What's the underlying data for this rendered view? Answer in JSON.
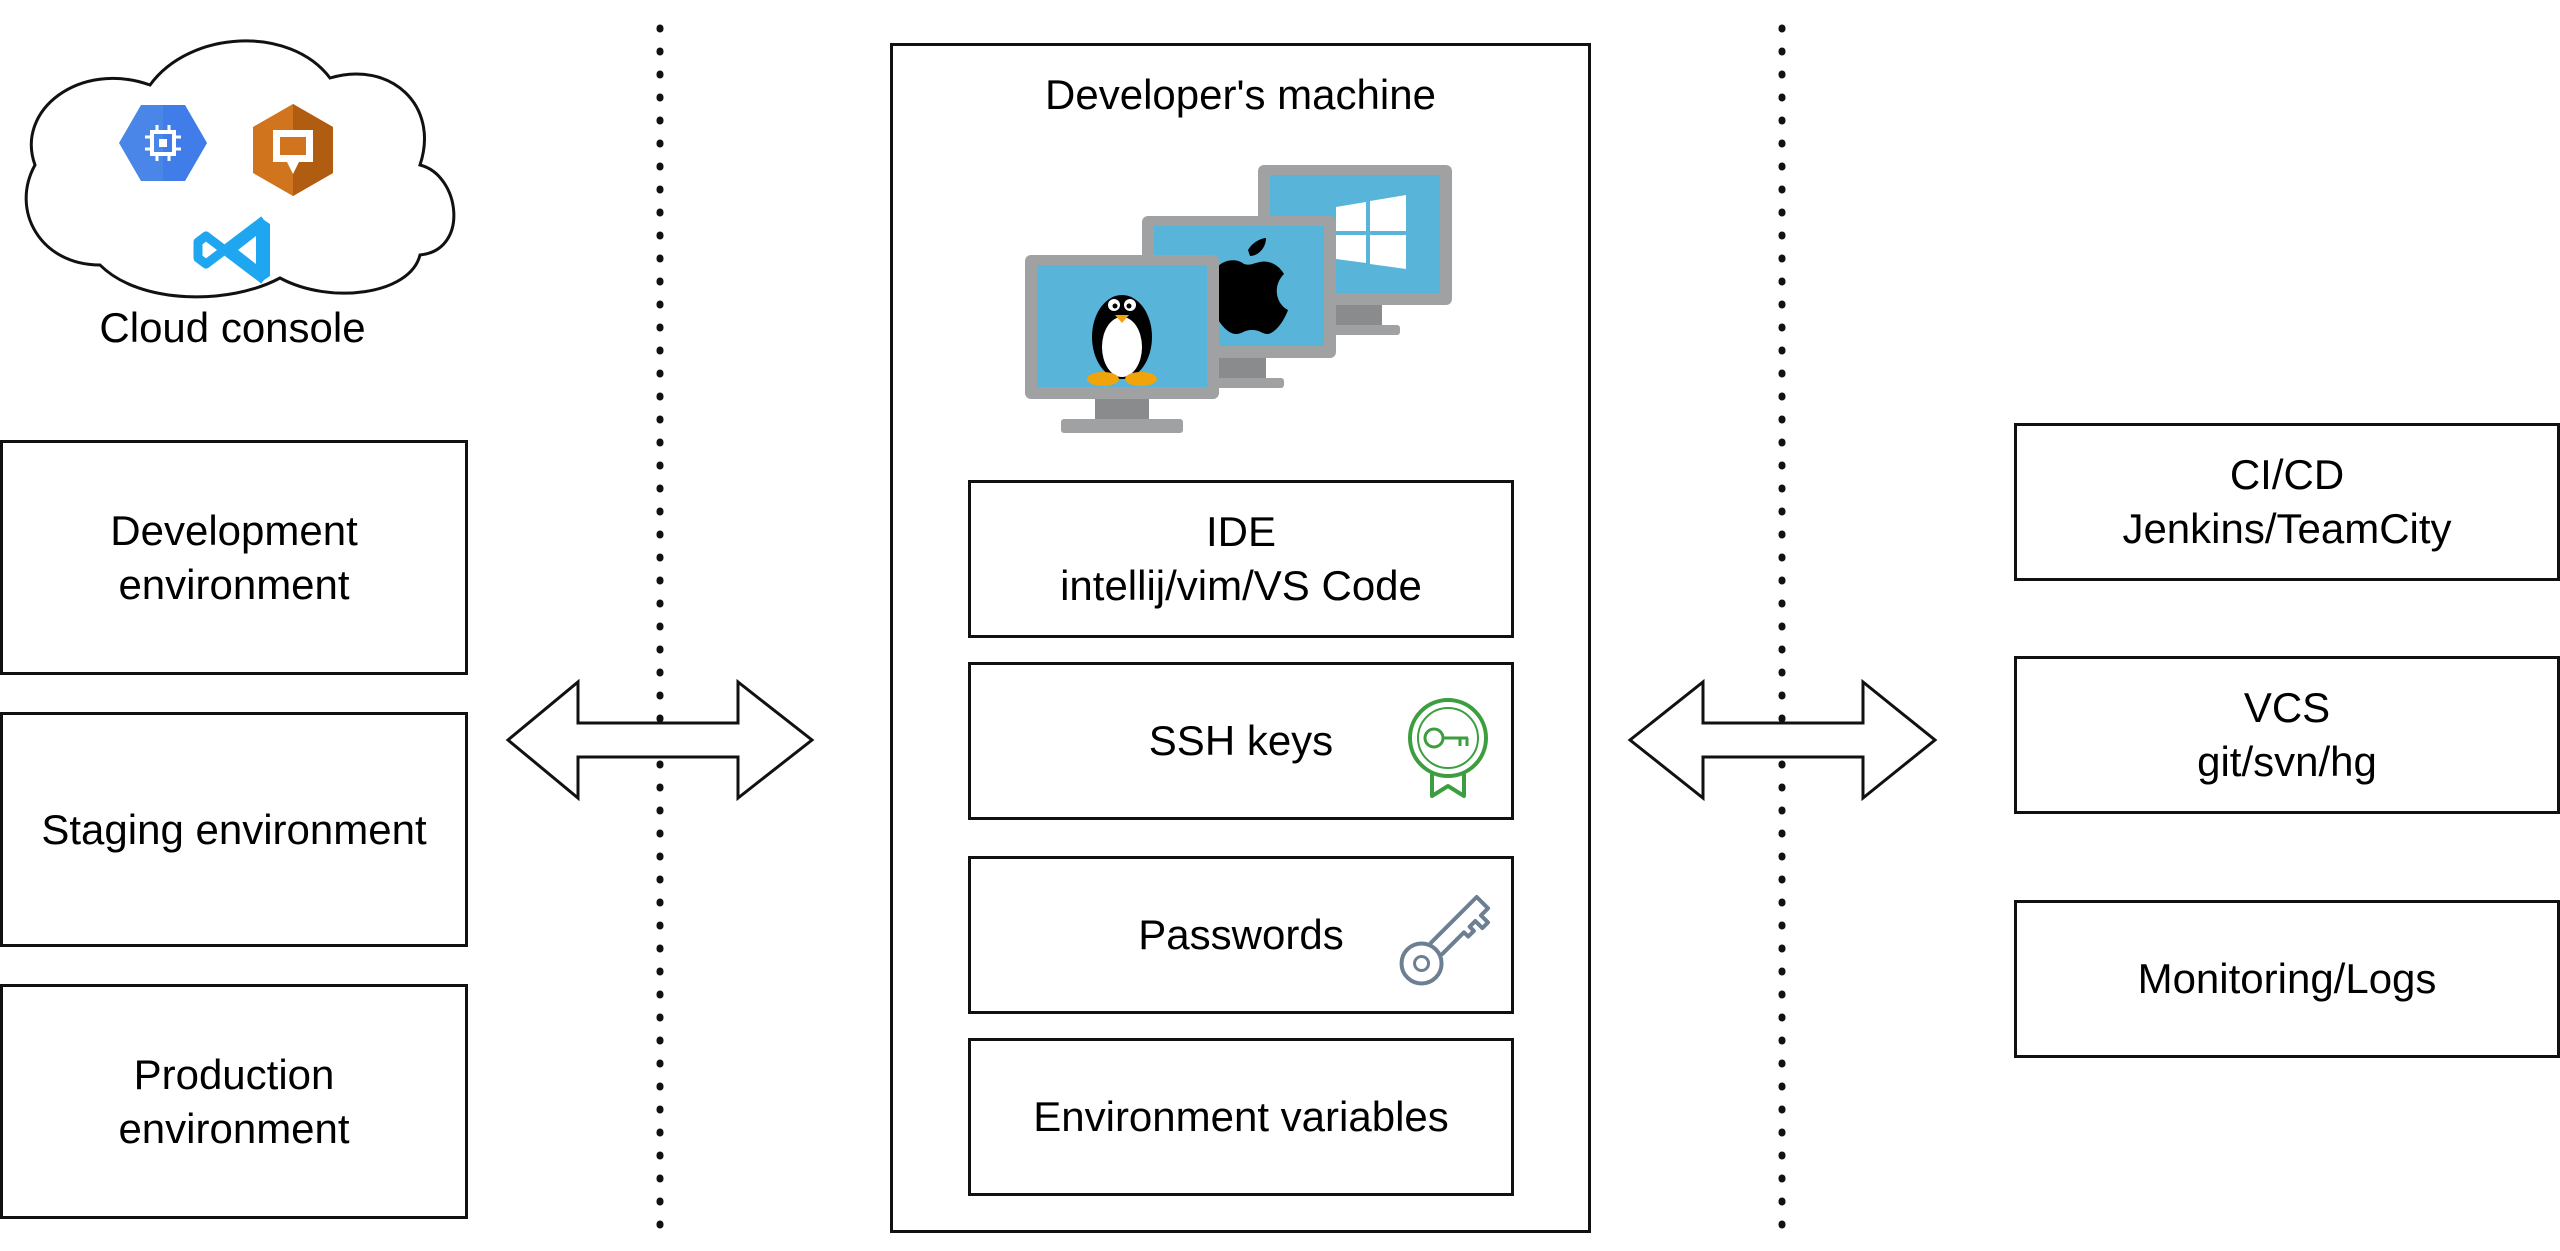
{
  "cloud": {
    "label": "Cloud console"
  },
  "left_envs": [
    {
      "lines": [
        "Development",
        "environment"
      ]
    },
    {
      "lines": [
        "Staging environment"
      ]
    },
    {
      "lines": [
        "Production",
        "environment"
      ]
    }
  ],
  "machine": {
    "title": "Developer's machine",
    "items": [
      {
        "lines": [
          "IDE",
          "intellij/vim/VS Code"
        ]
      },
      {
        "lines": [
          "SSH keys"
        ]
      },
      {
        "lines": [
          "Passwords"
        ]
      },
      {
        "lines": [
          "Environment variables"
        ]
      }
    ]
  },
  "right_services": [
    {
      "lines": [
        "CI/CD",
        "Jenkins/TeamCity"
      ]
    },
    {
      "lines": [
        "VCS",
        "git/svn/hg"
      ]
    },
    {
      "lines": [
        "Monitoring/Logs"
      ]
    }
  ],
  "icons": {
    "cloud": [
      "gcp-hexagon-icon",
      "aws-workspaces-icon",
      "vscode-icon"
    ],
    "machine": [
      "linux-monitor-icon",
      "apple-monitor-icon",
      "windows-monitor-icon"
    ],
    "ssh_keys": "certificate-key-icon",
    "passwords": "key-icon"
  },
  "colors": {
    "gcp_blue": "#4a86e8",
    "aws_orange": "#d0741e",
    "vscode_blue": "#1fa6f0",
    "screen_blue": "#59b4d9",
    "monitor_gray": "#a0a1a2",
    "cert_green": "#3c9e3f",
    "key_gray": "#6d7f92"
  }
}
